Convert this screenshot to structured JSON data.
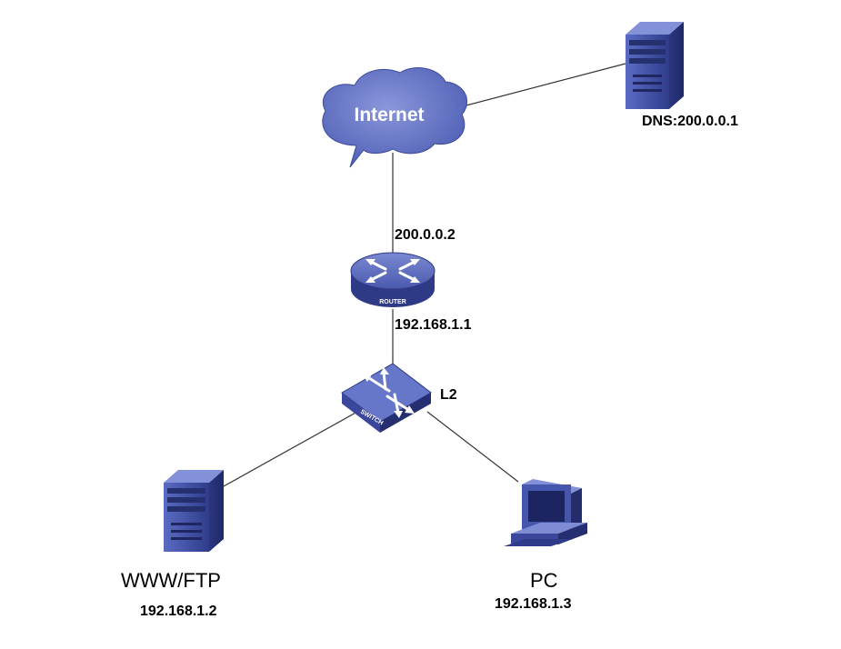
{
  "colors": {
    "device_blue": "#3f4fa3",
    "device_dark": "#26306e",
    "device_light": "#7f8ed6",
    "line": "#333333"
  },
  "nodes": {
    "internet": {
      "label": "Internet",
      "icon": "cloud-icon"
    },
    "dns_server": {
      "label": "DNS:200.0.0.1",
      "icon": "server-icon"
    },
    "router": {
      "label": "ROUTER",
      "ip_wan": "200.0.0.2",
      "ip_lan": "192.168.1.1",
      "icon": "router-icon"
    },
    "switch": {
      "label": "SWITCH",
      "layer": "L2",
      "icon": "switch-icon"
    },
    "www_ftp_server": {
      "label": "WWW/FTP",
      "ip": "192.168.1.2",
      "icon": "server-icon"
    },
    "pc": {
      "label": "PC",
      "ip": "192.168.1.3",
      "icon": "pc-icon"
    }
  }
}
